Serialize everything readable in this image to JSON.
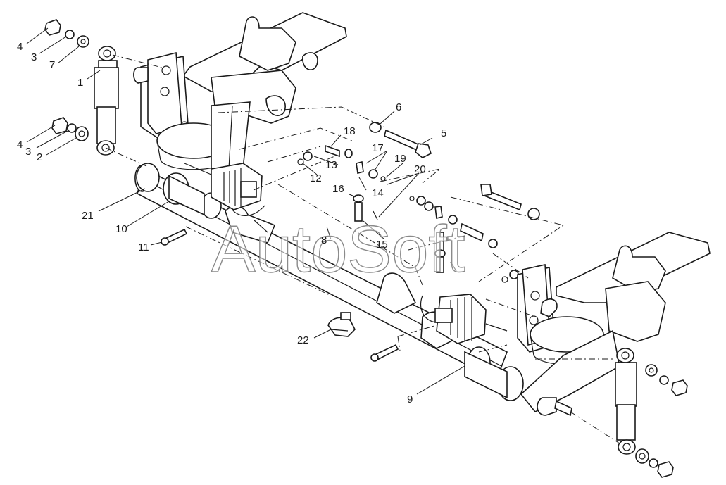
{
  "diagram": {
    "watermark": "AutoSoft",
    "part_labels": [
      "1",
      "2",
      "3",
      "3",
      "4",
      "4",
      "5",
      "6",
      "7",
      "8",
      "9",
      "10",
      "11",
      "12",
      "13",
      "14",
      "15",
      "16",
      "17",
      "18",
      "19",
      "20",
      "21",
      "22"
    ]
  },
  "colors": {
    "background": "#ffffff",
    "line": "#1a1a1a",
    "watermark_outline": "#8a8a8a"
  }
}
